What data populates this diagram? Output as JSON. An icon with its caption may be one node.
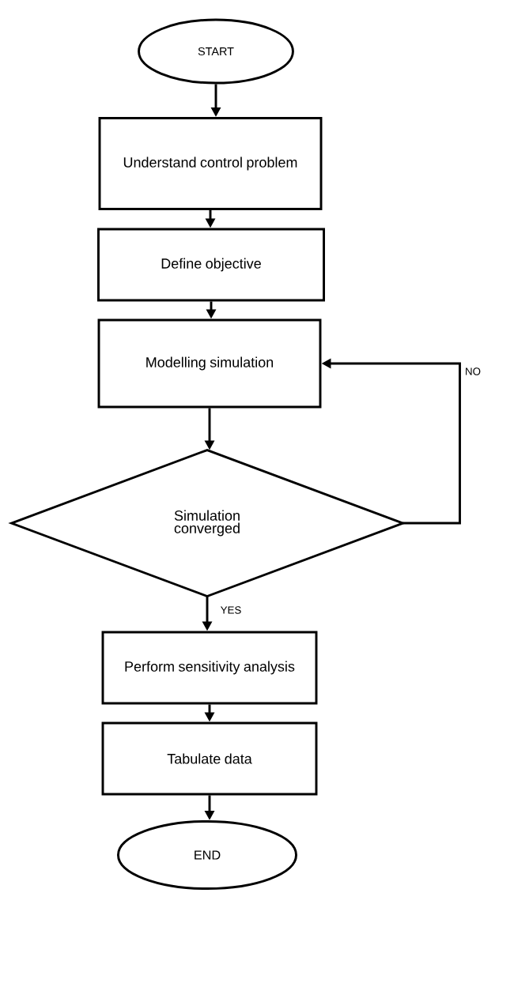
{
  "diagram": {
    "nodes": [
      {
        "text": [
          "START"
        ]
      },
      {
        "text": [
          "Understand control problem"
        ]
      },
      {
        "text": [
          "Define objective"
        ]
      },
      {
        "text": [
          "Modelling simulation"
        ]
      },
      {
        "text": [
          "Simulation converged"
        ]
      },
      {
        "text": [
          "Perform sensitivity analysis"
        ]
      },
      {
        "text": [
          "Tabulate data"
        ]
      },
      {
        "text": [
          "END"
        ]
      }
    ],
    "edges": [
      {
        "from": 0,
        "to": 1,
        "arrow": "to"
      },
      {
        "from": 1,
        "to": 2,
        "arrow": "to"
      },
      {
        "from": 2,
        "to": 3,
        "arrow": "to"
      },
      {
        "from": 3,
        "to": 4,
        "arrow": "to"
      },
      {
        "from": 4,
        "to": 3,
        "arrow": "to",
        "label": "NO"
      },
      {
        "from": 4,
        "to": 5,
        "arrow": "to",
        "label": "YES"
      },
      {
        "from": 5,
        "to": 6,
        "arrow": "to"
      },
      {
        "from": 6,
        "to": 7,
        "arrow": "to"
      }
    ]
  }
}
